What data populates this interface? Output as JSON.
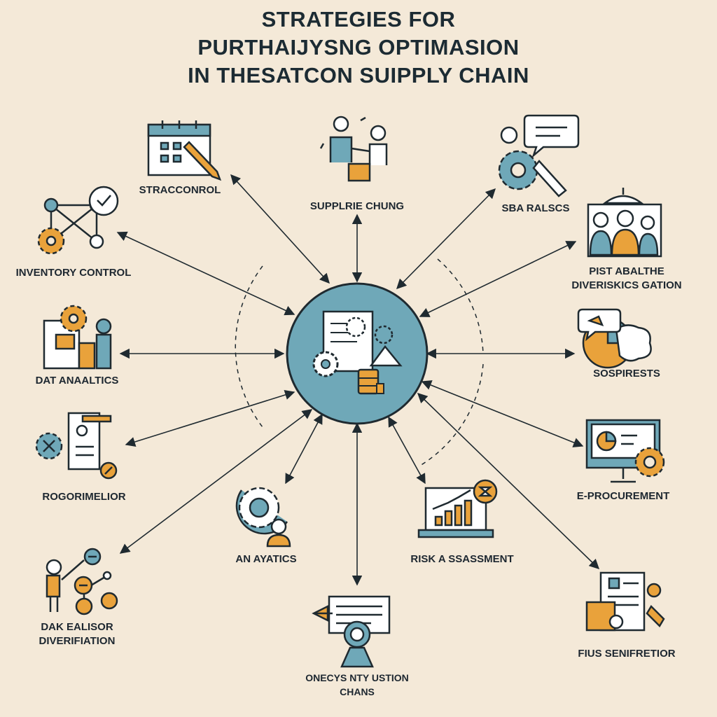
{
  "title": {
    "line1": "STRATEGIES FOR",
    "line2": "PURTHAIJYSNG OPTIMASION",
    "line3": "IN THESATCON SUIPPLY CHAIN"
  },
  "colors": {
    "background": "#f4e9d8",
    "teal": "#6fa8b8",
    "orange": "#e9a23b",
    "outline": "#1f2a30"
  },
  "nodes": {
    "stracconrol": {
      "label": "STRACCONROL",
      "icon": "calendar-icon"
    },
    "supplier_chung": {
      "label": "SUPPLRIE CHUNG",
      "icon": "handshake-icon"
    },
    "sba_ralscs": {
      "label": "SBA RALSCS",
      "icon": "gear-chat-icon"
    },
    "inventory_control": {
      "label": "INVENTORY CONTROL",
      "icon": "network-gears-icon"
    },
    "pist_abalthe": {
      "line1": "PIST ABALTHE",
      "line2": "DIVERISKICS GATION",
      "icon": "team-icon"
    },
    "dat_anaalatics": {
      "label": "DAT ANAALTICS",
      "icon": "warehouse-icon"
    },
    "sospirests": {
      "label": "SOSPIRESTS",
      "icon": "pie-chat-icon"
    },
    "rogorimelior": {
      "label": "ROGORIMELIOR",
      "icon": "document-gear-icon"
    },
    "e_procurement": {
      "label": "E-PROCUREMENT",
      "icon": "monitor-gear-icon"
    },
    "an_ayatics": {
      "label": "AN AYATICS",
      "icon": "gear-person-icon"
    },
    "risk_assessment": {
      "label": "RISK A SSASSMENT",
      "icon": "laptop-chart-icon"
    },
    "dak_ealisor": {
      "line1": "DAK EALISOR",
      "line2": "DIVERIFIATION",
      "icon": "person-flow-icon"
    },
    "fius_senifretior": {
      "label": "FIUS SENIFRETIOR",
      "icon": "checklist-icon"
    },
    "onecys": {
      "line1": "ONECYS NTY USTION",
      "line2": "CHANS",
      "icon": "book-magnifier-icon"
    }
  },
  "center": {
    "icon": "central-hub-icon"
  }
}
